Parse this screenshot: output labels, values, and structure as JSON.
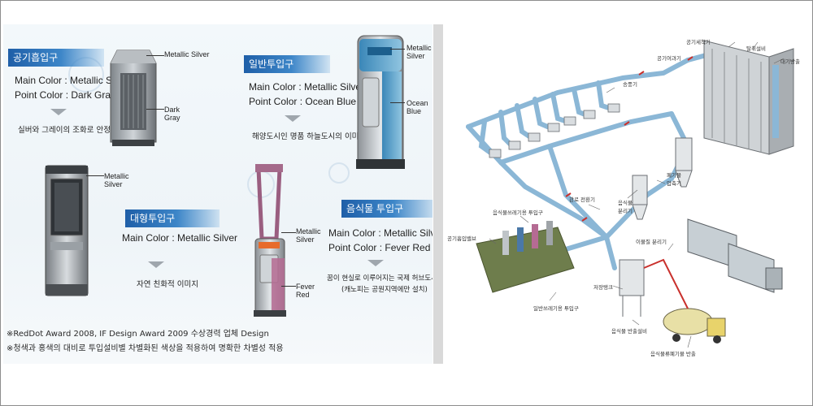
{
  "left_panel": {
    "sections": [
      {
        "tag": "공기흡입구",
        "main": "Main Color : Metallic Silver",
        "point": "Point Color : Dark Gray",
        "desc": "실버와 그레이의 조화로 안정적인 이미지",
        "labels": [
          "Metallic Silver",
          "Dark Gray"
        ]
      },
      {
        "tag": "일반투입구",
        "main": "Main Color : Metallic Silver",
        "point": "Point Color : Ocean Blue",
        "desc": "해양도시인 명품 하늘도시의 이미지",
        "labels": [
          "Metallic Silver",
          "Ocean Blue"
        ]
      },
      {
        "tag": "대형투입구",
        "main": "Main Color : Metallic Silver",
        "point": "",
        "desc": "자연 친화적 이미지",
        "labels": [
          "Metallic Silver"
        ]
      },
      {
        "tag": "음식물 투입구",
        "main": "Main Color : Metallic Silver",
        "point": "Point Color : Fever Red",
        "desc": "꿈이 현실로 이루어지는 국제 허브도시의 이미지",
        "desc2": "(캐노피는 공원지역에만 설치)",
        "labels": [
          "Metallic Silver",
          "Fever Red"
        ]
      }
    ],
    "footnotes": [
      "※RedDot Award 2008, IF Design Award 2009 수상경력 업체 Design",
      "※청색과 홍색의 대비로 투입설비별 차별화된 색상을 적용하여 명확한 차별성 적용"
    ]
  },
  "right_panel": {
    "labels": {
      "sep_tower": "공기세척기",
      "air_fan": "공기여과기",
      "deodor": "탈취설비",
      "exhaust": "대기방출",
      "blower": "송풍기",
      "route": "관로 전환기",
      "food_sep": "음식물 분리기",
      "waste_sep": "폐기물 압축기",
      "food_in": "음식물쓰레기용 투입구",
      "valve": "공기흡입밸브",
      "general_in": "일반쓰레기용 투입구",
      "storage": "저장탱크",
      "reuse": "이물질 분리기",
      "food_out": "음식물 반출설비",
      "food_truck": "음식물류폐기물 반출"
    }
  }
}
